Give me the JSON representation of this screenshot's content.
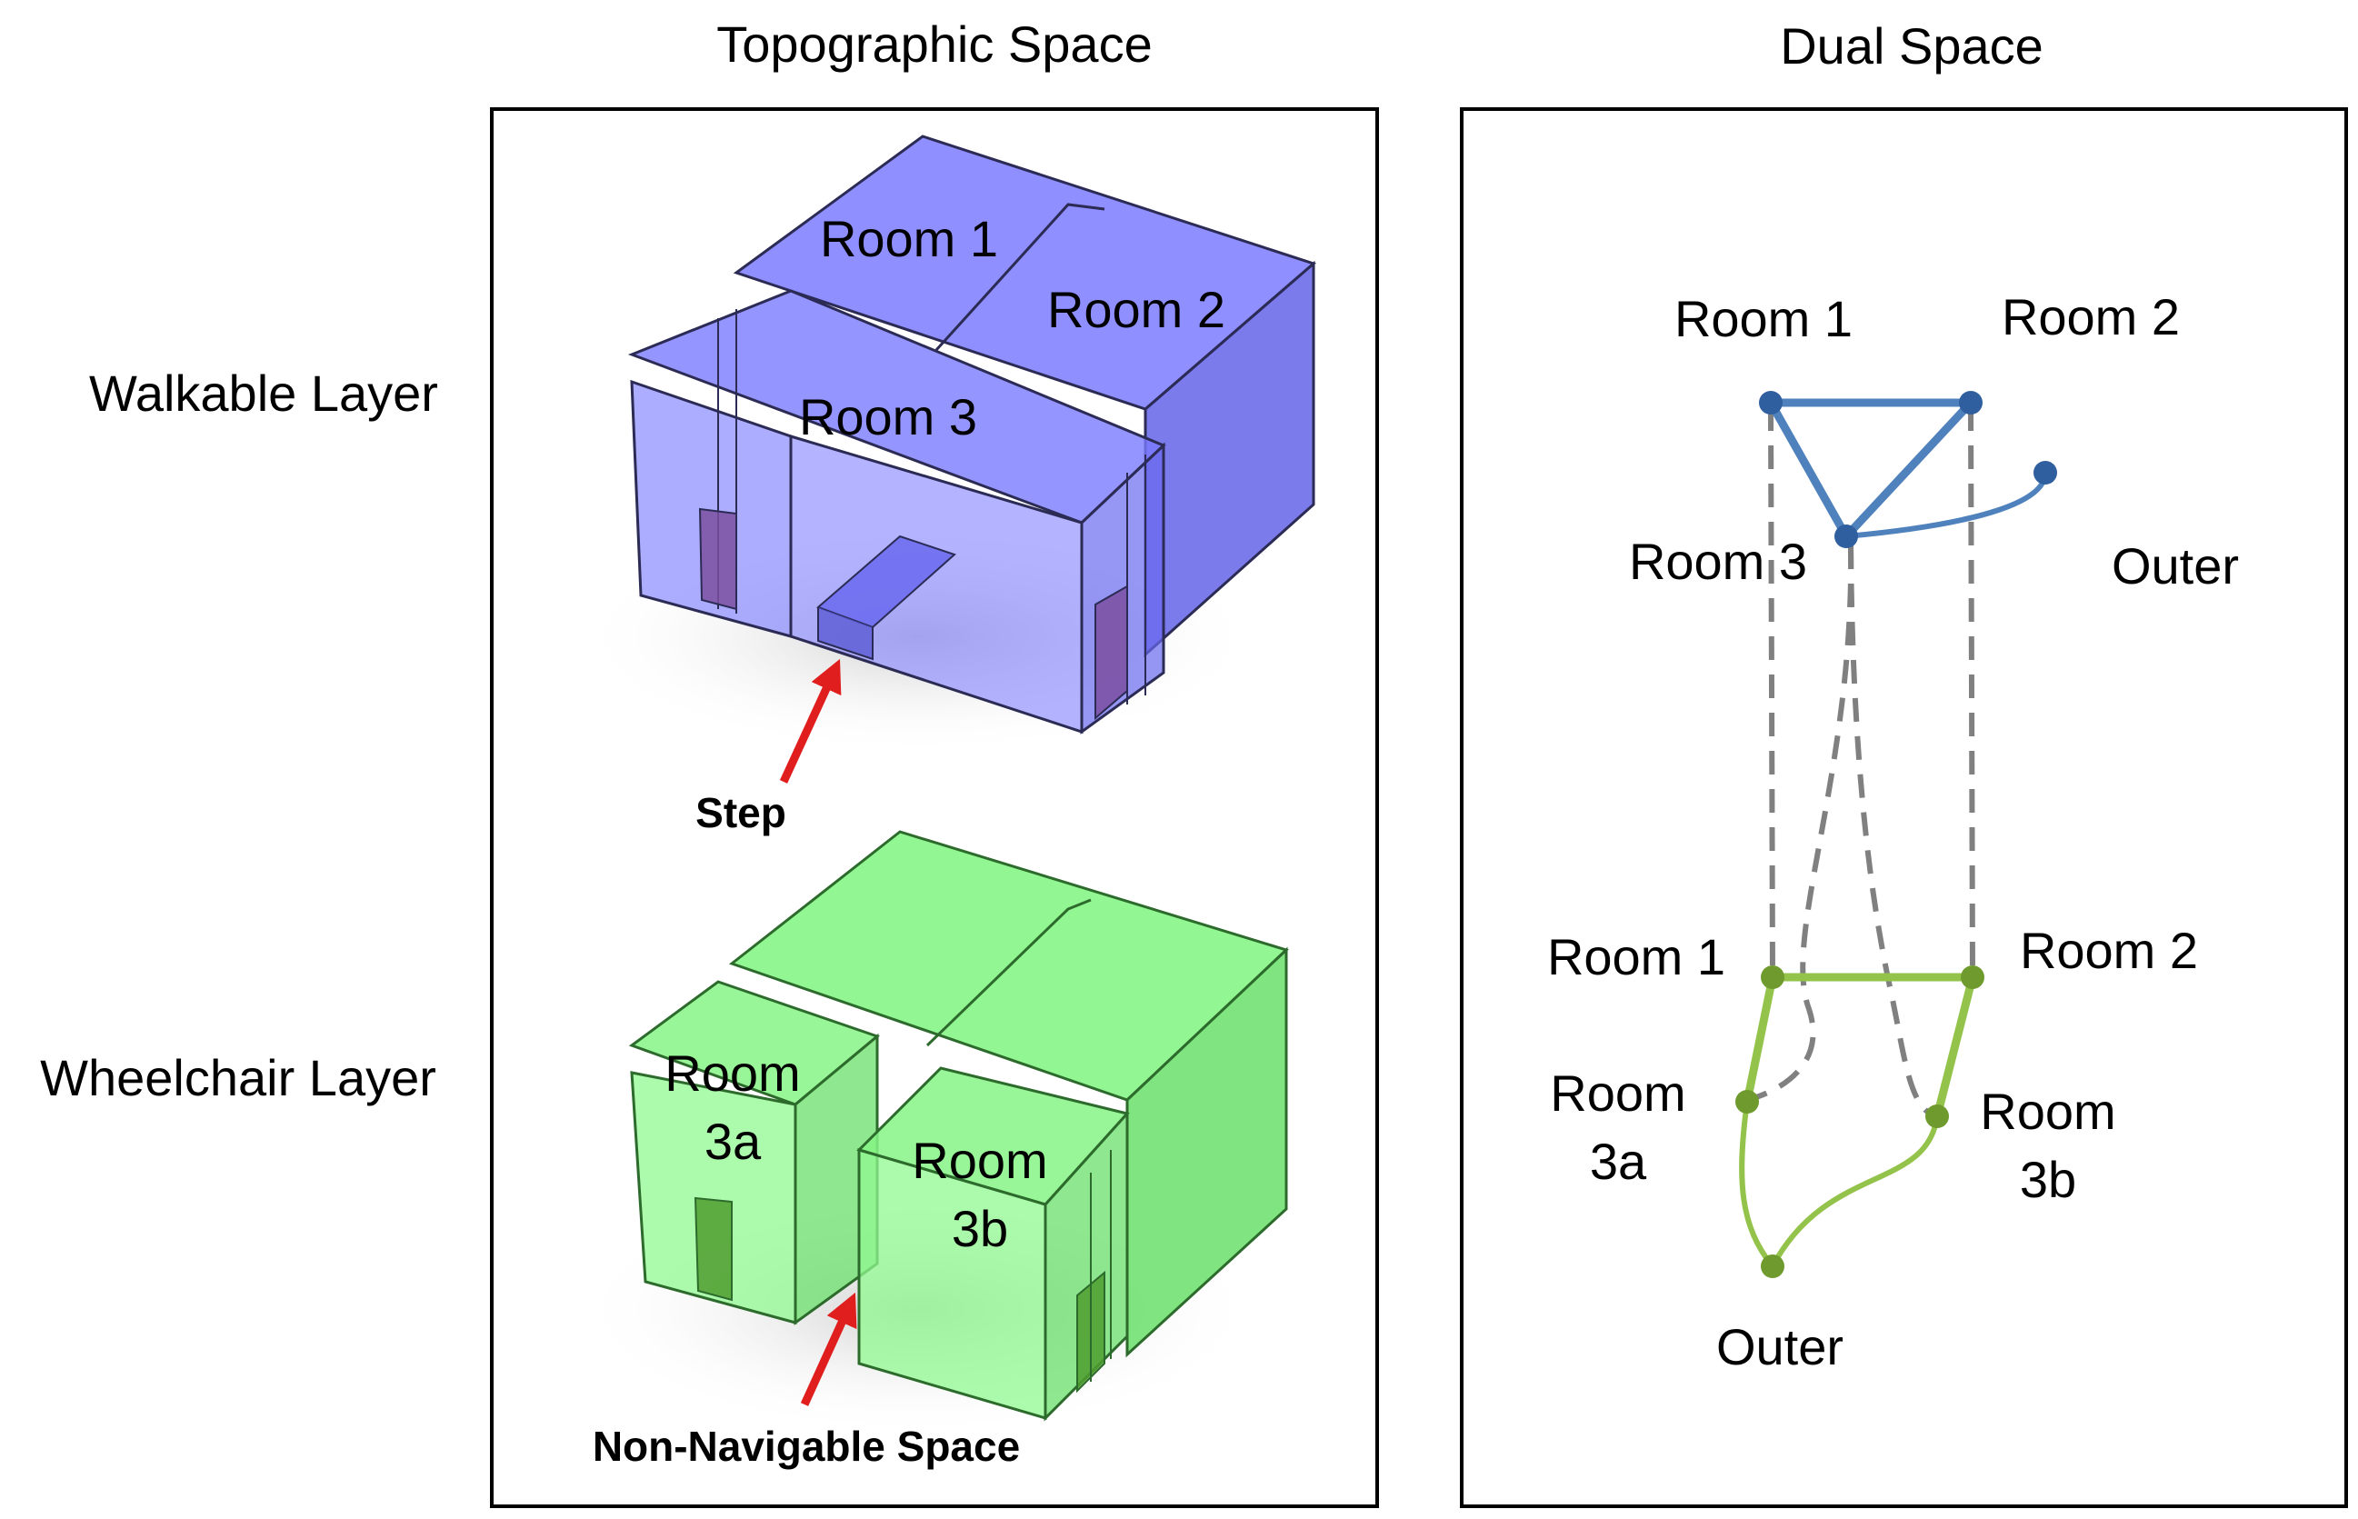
{
  "headers": {
    "topographic": "Topographic Space",
    "dual": "Dual Space"
  },
  "layers": {
    "walkable": "Walkable Layer",
    "wheelchair": "Wheelchair Layer"
  },
  "topographic": {
    "walkable": {
      "room1": "Room 1",
      "room2": "Room 2",
      "room3": "Room 3",
      "annotation": "Step"
    },
    "wheelchair": {
      "room3a_line1": "Room",
      "room3a_line2": "3a",
      "room3b_line1": "Room",
      "room3b_line2": "3b",
      "annotation": "Non-Navigable Space"
    }
  },
  "dual": {
    "walkable": {
      "room1": "Room 1",
      "room2": "Room 2",
      "room3": "Room 3",
      "outer": "Outer"
    },
    "wheelchair": {
      "room1": "Room 1",
      "room2": "Room 2",
      "room3a_line1": "Room",
      "room3a_line2": "3a",
      "room3b_line1": "Room",
      "room3b_line2": "3b",
      "outer": "Outer"
    }
  },
  "colors": {
    "walkable_volume": "#7b7bff",
    "wheelchair_volume": "#86f586",
    "walkable_graph": "#4f81bd",
    "wheelchair_graph": "#93c34a",
    "inter_layer_edge": "#808080",
    "annotation_arrow": "#e01e1e"
  }
}
